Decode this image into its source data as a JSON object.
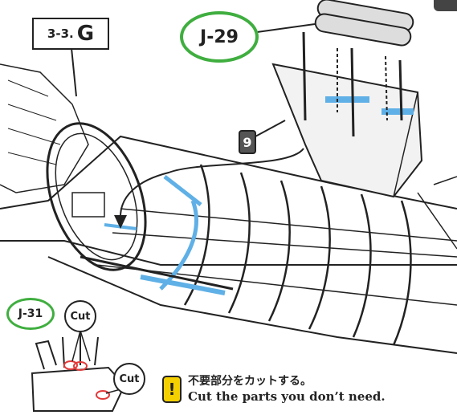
{
  "step": {
    "number": "3-3.",
    "letter": "G"
  },
  "parts": {
    "main": "J-29",
    "sub": "J-31"
  },
  "paint": {
    "code": "9"
  },
  "cut_labels": [
    "Cut",
    "Cut"
  ],
  "note": {
    "jp": "不要部分をカットする。",
    "en": "Cut the parts you don’t need.",
    "icon": "exclamation-icon",
    "icon_glyph": "!"
  },
  "colors": {
    "oval_border": "#3fae3f",
    "highlight_blue": "#5fb0e6",
    "cut_red": "#e23a3a",
    "warning_yellow": "#f4d000",
    "line": "#222222"
  }
}
